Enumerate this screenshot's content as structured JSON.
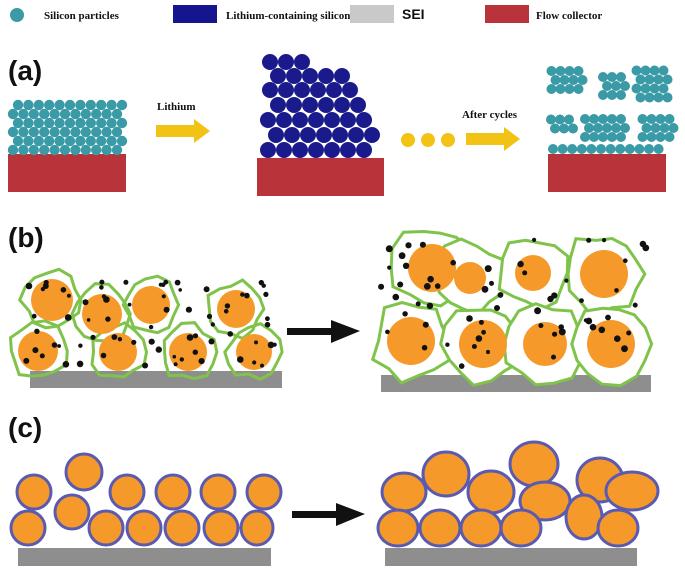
{
  "legend": {
    "items": [
      {
        "label": "Silicon particles",
        "color": "#3a9aa6"
      },
      {
        "label": "Lithium-containing silicon",
        "color": "#151590"
      },
      {
        "label": "SEI",
        "color": "#c9c9c9"
      },
      {
        "label": "Flow collector",
        "color": "#b8333a"
      }
    ]
  },
  "panels": {
    "a": {
      "tag": "(a)",
      "arrow1_label": "Lithium",
      "arrow2_label": "After cycles"
    },
    "b": {
      "tag": "(b)"
    },
    "c": {
      "tag": "(c)"
    }
  },
  "colors": {
    "silicon": "#3a9aa6",
    "lithiated": "#1a1a8c",
    "collector": "#b8333a",
    "arrow": "#f2c314",
    "particle_orange": "#f59a2a",
    "sei_green": "#7fc34a",
    "outline_blue": "#5a5ab0",
    "substrate_gray": "#8e8e8e"
  }
}
